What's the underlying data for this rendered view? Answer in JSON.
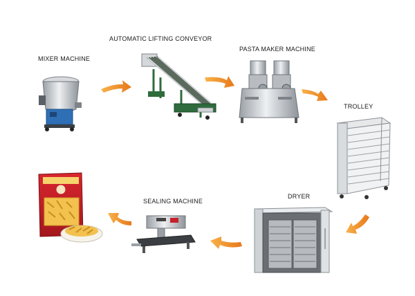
{
  "steps": [
    {
      "label": "MIXER MACHINE",
      "icon": "mixer-machine-icon"
    },
    {
      "label": "AUTOMATIC LIFTING CONVEYOR",
      "icon": "conveyor-icon"
    },
    {
      "label": "PASTA MAKER MACHINE",
      "icon": "pasta-maker-icon"
    },
    {
      "label": "TROLLEY",
      "icon": "trolley-rack-icon"
    },
    {
      "label": "DRYER",
      "icon": "dryer-cabinet-icon"
    },
    {
      "label": "SEALING MACHINE",
      "icon": "sealing-machine-icon"
    },
    {
      "label": "",
      "icon": "pasta-package-icon"
    }
  ],
  "colors": {
    "arrow": "#f29222",
    "steel": "#c9cdd2",
    "motor_blue": "#2f6fb5",
    "conveyor_green": "#2f6b3c",
    "package_red": "#c8202a",
    "pasta_yellow": "#f2c14e"
  }
}
